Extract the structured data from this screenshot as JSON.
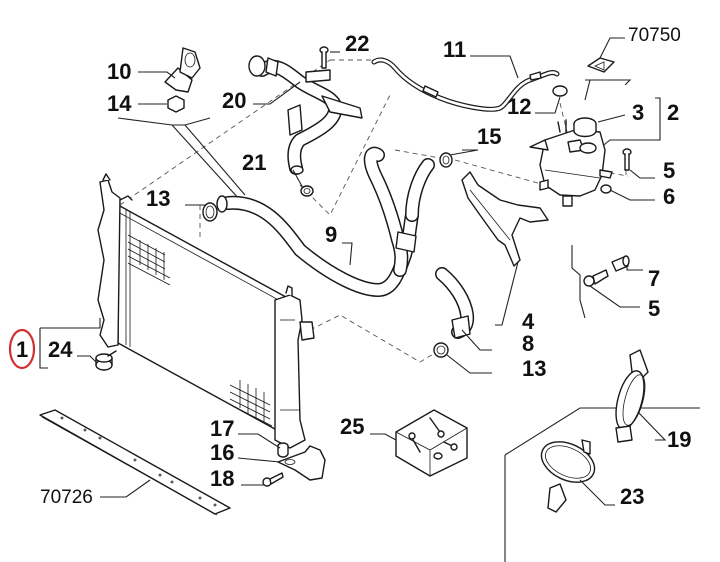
{
  "diagram": {
    "title": "Radiator / engine cooling system exploded parts diagram",
    "highlight_color": "#d0302f",
    "highlighted_part": "1",
    "callouts": [
      {
        "id": "10",
        "label": "10",
        "part": "hose bracket clip"
      },
      {
        "id": "14",
        "label": "14",
        "part": "nut"
      },
      {
        "id": "20",
        "label": "20",
        "part": "coolant pipe"
      },
      {
        "id": "22",
        "label": "22",
        "part": "bolt"
      },
      {
        "id": "21",
        "label": "21",
        "part": "hose clamp"
      },
      {
        "id": "11",
        "label": "11",
        "part": "bleed hose"
      },
      {
        "id": "12",
        "label": "12",
        "part": "hose clamp"
      },
      {
        "id": "3",
        "label": "3",
        "part": "expansion tank cap"
      },
      {
        "id": "2",
        "label": "2",
        "part": "expansion tank assembly"
      },
      {
        "id": "15",
        "label": "15",
        "part": "hose clamp"
      },
      {
        "id": "5a",
        "label": "5",
        "part": "bolt"
      },
      {
        "id": "6",
        "label": "6",
        "part": "nut"
      },
      {
        "id": "13a",
        "label": "13",
        "part": "hose clamp"
      },
      {
        "id": "9",
        "label": "9",
        "part": "radiator hose"
      },
      {
        "id": "7",
        "label": "7",
        "part": "spacer"
      },
      {
        "id": "5b",
        "label": "5",
        "part": "bolt"
      },
      {
        "id": "4",
        "label": "4",
        "part": "bracket"
      },
      {
        "id": "8",
        "label": "8",
        "part": "hose"
      },
      {
        "id": "13b",
        "label": "13",
        "part": "hose clamp"
      },
      {
        "id": "1",
        "label": "1",
        "part": "radiator assembly"
      },
      {
        "id": "24",
        "label": "24",
        "part": "rubber mount"
      },
      {
        "id": "17",
        "label": "17",
        "part": "bushing"
      },
      {
        "id": "16",
        "label": "16",
        "part": "lower bracket"
      },
      {
        "id": "18",
        "label": "18",
        "part": "bolt"
      },
      {
        "id": "25",
        "label": "25",
        "part": "fastener kit"
      },
      {
        "id": "19",
        "label": "19",
        "part": "clamp strap"
      },
      {
        "id": "23",
        "label": "23",
        "part": "clamp strap"
      }
    ],
    "references": [
      {
        "id": "70750",
        "label": "70750",
        "part": "warning label"
      },
      {
        "id": "70726",
        "label": "70726",
        "part": "seal strip"
      }
    ]
  }
}
